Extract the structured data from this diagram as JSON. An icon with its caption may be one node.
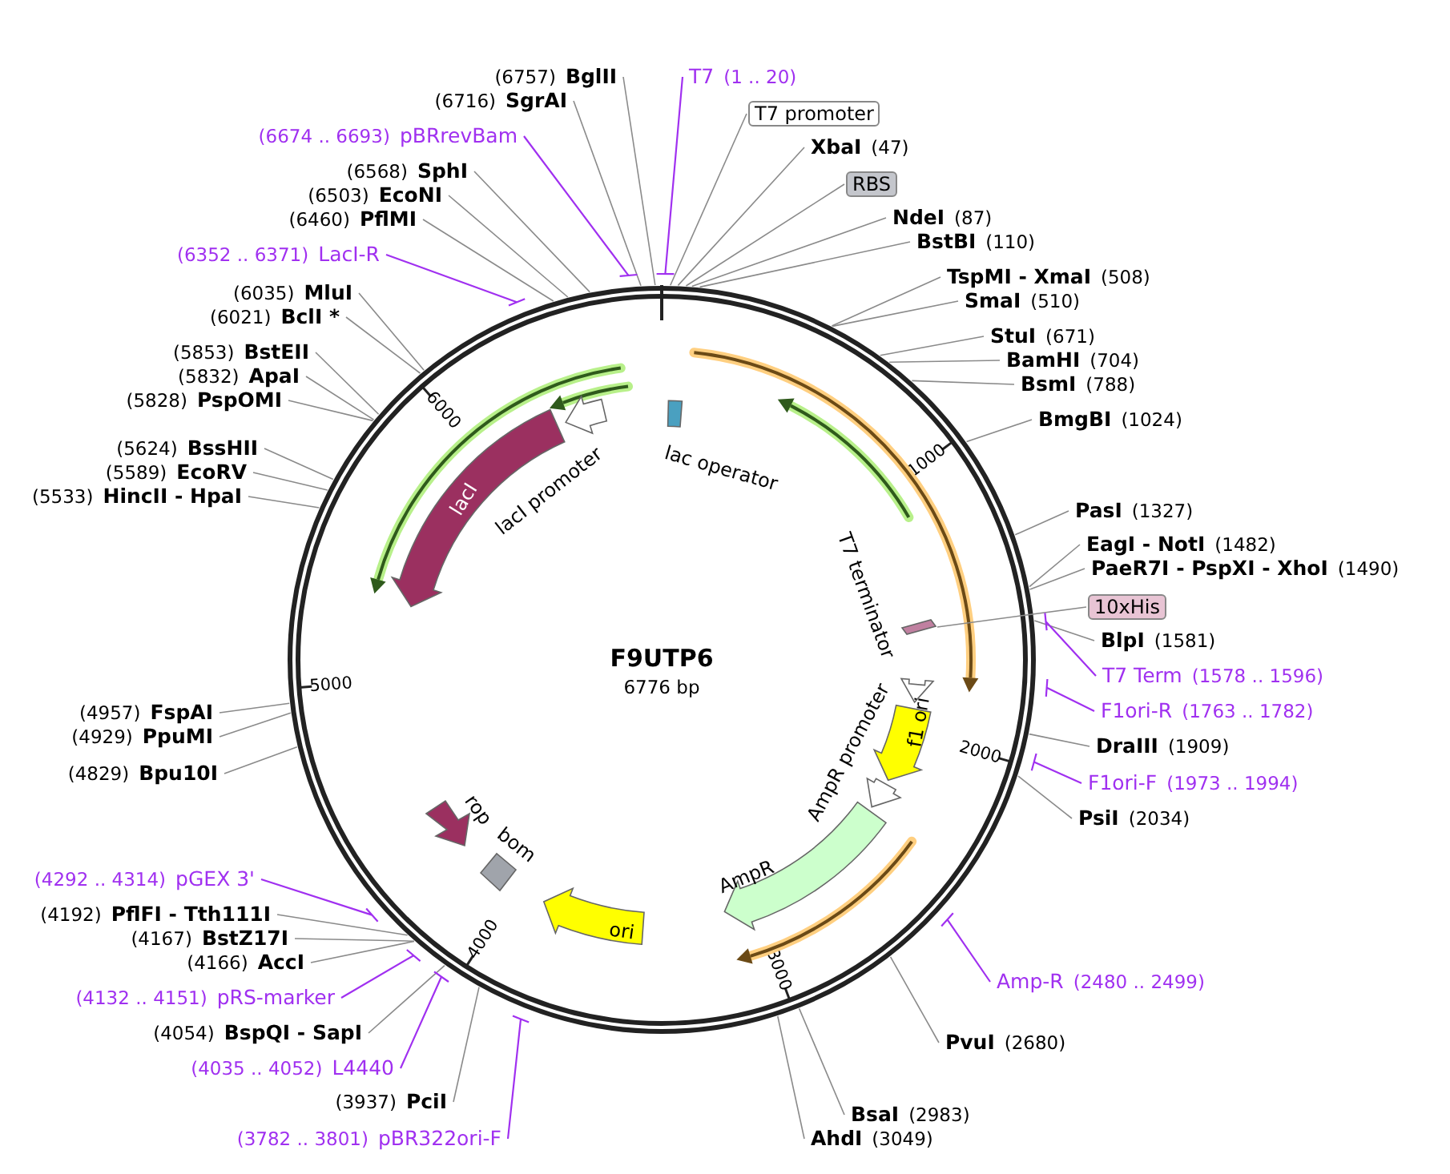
{
  "diagram": {
    "title": "F9UTP6",
    "nodes": [
      {
        "text": [
          "(6757)",
          "BglII"
        ]
      },
      {
        "text": [
          "(6716)",
          "SgrAI"
        ]
      },
      {
        "text": [
          "(6674 .. 6693)",
          "pBRrevBam"
        ]
      },
      {
        "text": [
          "(6568)",
          "SphI"
        ]
      },
      {
        "text": [
          "(6503)",
          "EcoNI"
        ]
      },
      {
        "text": [
          "(6460)",
          "PflMI"
        ]
      },
      {
        "text": [
          "(6352 .. 6371)",
          "LacI-R"
        ]
      },
      {
        "text": [
          "(6035)",
          "MluI"
        ]
      },
      {
        "text": [
          "(6021)",
          "BclI *"
        ]
      },
      {
        "text": [
          "(5853)",
          "BstEII"
        ]
      },
      {
        "text": [
          "(5832)",
          "ApaI"
        ]
      },
      {
        "text": [
          "(5828)",
          "PspOMI"
        ]
      },
      {
        "text": [
          "(5624)",
          "BssHII"
        ]
      },
      {
        "text": [
          "(5589)",
          "EcoRV"
        ]
      },
      {
        "text": [
          "(5533)",
          "HincII - HpaI"
        ]
      },
      {
        "text": [
          "(4957)",
          "FspAI"
        ]
      },
      {
        "text": [
          "(4929)",
          "PpuMI"
        ]
      },
      {
        "text": [
          "(4829)",
          "Bpu10I"
        ]
      },
      {
        "text": [
          "(4292 .. 4314)",
          "pGEX 3'"
        ]
      },
      {
        "text": [
          "(4192)",
          "PflFI - Tth111I"
        ]
      },
      {
        "text": [
          "(4167)",
          "BstZ17I"
        ]
      },
      {
        "text": [
          "(4166)",
          "AccI"
        ]
      },
      {
        "text": [
          "(4132 .. 4151)",
          "pRS-marker"
        ]
      },
      {
        "text": [
          "(4054)",
          "BspQI - SapI"
        ]
      },
      {
        "text": [
          "(4035 .. 4052)",
          "L4440"
        ]
      },
      {
        "text": [
          "(3937)",
          "PciI"
        ]
      },
      {
        "text": [
          "(3782 .. 3801)",
          "pBR322ori-F"
        ]
      },
      {
        "text": [
          "T7",
          "(1 .. 20)"
        ]
      },
      {
        "text": [
          "T7 promoter"
        ]
      },
      {
        "text": [
          "XbaI",
          "(47)"
        ]
      },
      {
        "text": [
          "RBS"
        ]
      },
      {
        "text": [
          "NdeI",
          "(87)"
        ]
      },
      {
        "text": [
          "BstBI",
          "(110)"
        ]
      },
      {
        "text": [
          "TspMI - XmaI",
          "(508)"
        ]
      },
      {
        "text": [
          "SmaI",
          "(510)"
        ]
      },
      {
        "text": [
          "StuI",
          "(671)"
        ]
      },
      {
        "text": [
          "BamHI",
          "(704)"
        ]
      },
      {
        "text": [
          "BsmI",
          "(788)"
        ]
      },
      {
        "text": [
          "BmgBI",
          "(1024)"
        ]
      },
      {
        "text": [
          "PasI",
          "(1327)"
        ]
      },
      {
        "text": [
          "EagI - NotI",
          "(1482)"
        ]
      },
      {
        "text": [
          "PaeR7I - PspXI - XhoI",
          "(1490)"
        ]
      },
      {
        "text": [
          "10xHis"
        ]
      },
      {
        "text": [
          "BlpI",
          "(1581)"
        ]
      },
      {
        "text": [
          "T7 Term",
          "(1578 .. 1596)"
        ]
      },
      {
        "text": [
          "F1ori-R",
          "(1763 .. 1782)"
        ]
      },
      {
        "text": [
          "DraIII",
          "(1909)"
        ]
      },
      {
        "text": [
          "F1ori-F",
          "(1973 .. 1994)"
        ]
      },
      {
        "text": [
          "PsiI",
          "(2034)"
        ]
      },
      {
        "text": [
          "Amp-R",
          "(2480 .. 2499)"
        ]
      },
      {
        "text": [
          "PvuI",
          "(2680)"
        ]
      },
      {
        "text": [
          "BsaI",
          "(2983)"
        ]
      },
      {
        "text": [
          "AhdI",
          "(3049)"
        ]
      },
      {
        "text": [
          "lac operator"
        ]
      },
      {
        "text": [
          "lacI"
        ]
      },
      {
        "text": [
          "lacI promoter"
        ]
      },
      {
        "text": [
          "T7 terminator"
        ]
      },
      {
        "text": [
          "f1 ori"
        ]
      },
      {
        "text": [
          "AmpR promoter"
        ]
      },
      {
        "text": [
          "AmpR"
        ]
      },
      {
        "text": [
          "ori"
        ]
      },
      {
        "text": [
          "rop"
        ]
      },
      {
        "text": [
          "bom"
        ]
      },
      {
        "text": [],
        "shape": "box"
      }
    ],
    "edges": [
      {
        "from": 0,
        "to": null,
        "arrow": "none"
      },
      {
        "from": 1,
        "to": null,
        "arrow": "none"
      },
      {
        "from": 2,
        "to": null,
        "arrow": "none",
        "color": "#a030f0"
      },
      {
        "from": 3,
        "to": null,
        "arrow": "none"
      },
      {
        "from": 4,
        "to": null,
        "arrow": "none"
      },
      {
        "from": 5,
        "to": null,
        "arrow": "none"
      },
      {
        "from": 6,
        "to": null,
        "arrow": "none",
        "color": "#a030f0"
      },
      {
        "from": 7,
        "to": null,
        "arrow": "none"
      },
      {
        "from": 8,
        "to": null,
        "arrow": "none"
      },
      {
        "from": 9,
        "to": null,
        "arrow": "none"
      },
      {
        "from": 10,
        "to": null,
        "arrow": "none"
      },
      {
        "from": 11,
        "to": null,
        "arrow": "none"
      },
      {
        "from": 12,
        "to": null,
        "arrow": "none"
      },
      {
        "from": 13,
        "to": null,
        "arrow": "none"
      },
      {
        "from": 14,
        "to": null,
        "arrow": "none"
      },
      {
        "from": 15,
        "to": null,
        "arrow": "none"
      },
      {
        "from": 16,
        "to": null,
        "arrow": "none"
      },
      {
        "from": 17,
        "to": null,
        "arrow": "none"
      },
      {
        "from": 18,
        "to": null,
        "arrow": "none",
        "color": "#a030f0"
      },
      {
        "from": 19,
        "to": null,
        "arrow": "none"
      },
      {
        "from": 20,
        "to": null,
        "arrow": "none"
      },
      {
        "from": 21,
        "to": null,
        "arrow": "none"
      },
      {
        "from": 22,
        "to": null,
        "arrow": "none",
        "color": "#a030f0"
      },
      {
        "from": 23,
        "to": null,
        "arrow": "none"
      },
      {
        "from": 24,
        "to": null,
        "arrow": "none",
        "color": "#a030f0"
      },
      {
        "from": 25,
        "to": null,
        "arrow": "none"
      },
      {
        "from": 26,
        "to": null,
        "arrow": "none",
        "color": "#a030f0"
      },
      {
        "from": 27,
        "to": null,
        "arrow": "none",
        "color": "#a030f0"
      },
      {
        "from": 28,
        "to": null,
        "arrow": "none"
      },
      {
        "from": 29,
        "to": null,
        "arrow": "none"
      },
      {
        "from": 30,
        "to": null,
        "arrow": "none"
      },
      {
        "from": 31,
        "to": null,
        "arrow": "none"
      },
      {
        "from": 32,
        "to": null,
        "arrow": "none"
      },
      {
        "from": 33,
        "to": null,
        "arrow": "none"
      },
      {
        "from": 34,
        "to": null,
        "arrow": "none"
      },
      {
        "from": 35,
        "to": null,
        "arrow": "none"
      },
      {
        "from": 36,
        "to": null,
        "arrow": "none"
      },
      {
        "from": 37,
        "to": null,
        "arrow": "none"
      },
      {
        "from": 38,
        "to": null,
        "arrow": "none"
      },
      {
        "from": 39,
        "to": null,
        "arrow": "none"
      },
      {
        "from": 40,
        "to": null,
        "arrow": "none"
      },
      {
        "from": 41,
        "to": null,
        "arrow": "none"
      },
      {
        "from": 42,
        "to": 63,
        "arrow": "none"
      },
      {
        "from": 43,
        "to": null,
        "arrow": "none"
      },
      {
        "from": 44,
        "to": null,
        "arrow": "none",
        "color": "#a030f0"
      },
      {
        "from": 45,
        "to": null,
        "arrow": "none",
        "color": "#a030f0"
      },
      {
        "from": 46,
        "to": null,
        "arrow": "none"
      },
      {
        "from": 47,
        "to": null,
        "arrow": "none",
        "color": "#a030f0"
      },
      {
        "from": 48,
        "to": null,
        "arrow": "none"
      },
      {
        "from": 49,
        "to": null,
        "arrow": "none",
        "color": "#a030f0"
      },
      {
        "from": 50,
        "to": null,
        "arrow": "none"
      },
      {
        "from": 51,
        "to": null,
        "arrow": "none"
      },
      {
        "from": 52,
        "to": null,
        "arrow": "none"
      }
    ],
    "labels": [
      "6000",
      "1000",
      "2000",
      "5000",
      "3000",
      "4000",
      "6776 bp"
    ]
  }
}
